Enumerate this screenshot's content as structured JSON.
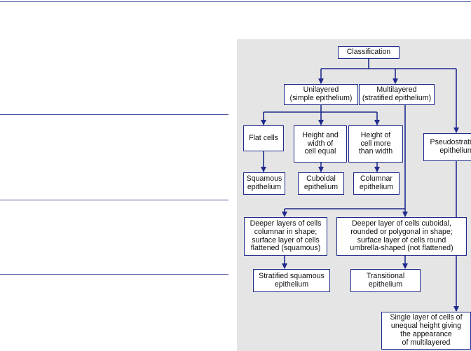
{
  "diagram": {
    "root": "Classification",
    "unilayered": "Unilayered\n(simple epithelium)",
    "multilayered": "Multilayered\n(stratified epithelium)",
    "flat": "Flat cells",
    "height_width_equal": "Height and\nwidth of\ncell equal",
    "height_more": "Height of\ncell more\nthan width",
    "pseudostratified": "Pseudostratified\nepithelium",
    "squamous": "Squamous\nepithelium",
    "cuboidal": "Cuboidal\nepithelium",
    "columnar": "Columnar\nepithelium",
    "deeper_columnar": "Deeper layers of cells\ncolumnar in shape;\nsurface layer of cells\nflattened (squamous)",
    "deeper_cuboidal": "Deeper layer of cells cuboidal,\nrounded or polygonal in shape;\nsurface layer of cells round\numbrella-shaped (not flattened)",
    "stratified_squamous": "Stratified squamous\nepithelium",
    "transitional": "Transitional\nepithelium",
    "single_layer": "Single layer of cells of\nunequal height giving\nthe appearance\nof multilayered"
  }
}
